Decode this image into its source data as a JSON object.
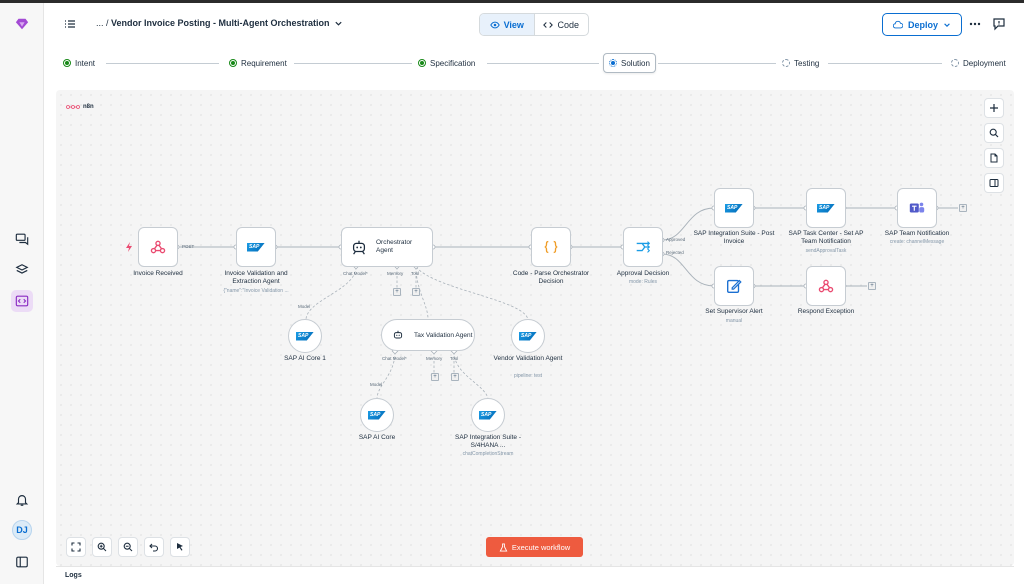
{
  "header": {
    "breadcrumb_prefix": "... /",
    "title": "Vendor Invoice Posting - Multi-Agent Orchestration",
    "view_label": "View",
    "code_label": "Code",
    "deploy_label": "Deploy"
  },
  "user": {
    "initials": "DJ"
  },
  "steps": [
    {
      "label": "Intent",
      "state": "done"
    },
    {
      "label": "Requirement",
      "state": "done"
    },
    {
      "label": "Specification",
      "state": "done"
    },
    {
      "label": "Solution",
      "state": "active"
    },
    {
      "label": "Testing",
      "state": "pending"
    },
    {
      "label": "Deployment",
      "state": "pending"
    }
  ],
  "canvas": {
    "logo_text": "n8n",
    "nodes": {
      "invoice_received": {
        "label": "Invoice Received",
        "icon": "webhook-icon"
      },
      "invoice_validation": {
        "label": "Invoice Validation and Extraction Agent",
        "sub": "{\"name\":\"Invoice Validation ...",
        "icon": "sap-logo"
      },
      "orchestrator": {
        "label": "Orchestrator Agent",
        "icon": "robot-icon"
      },
      "code_parse": {
        "label": "Code - Parse Orchestrator Decision",
        "icon": "braces-icon"
      },
      "approval": {
        "label": "Approval Decision",
        "sub": "mode: Rules",
        "icon": "switch-icon"
      },
      "sap_integration_post": {
        "label": "SAP Integration Suite - Post Invoice",
        "icon": "sap-logo"
      },
      "sap_task_center": {
        "label": "SAP Task Center - Set AP Team Notification",
        "sub": "sendApprovalTask",
        "icon": "sap-logo"
      },
      "sap_team_notification": {
        "label": "SAP Team Notification",
        "sub": "create: channelMessage",
        "icon": "teams-icon"
      },
      "supervisor_alert": {
        "label": "Set Supervisor Alert",
        "sub": "manual",
        "icon": "edit-icon"
      },
      "respond_exception": {
        "label": "Respond Exception",
        "icon": "webhook-icon"
      },
      "sap_ai_core_1": {
        "label": "SAP AI Core 1",
        "icon": "sap-logo"
      },
      "tax_validation": {
        "label": "Tax Validation Agent",
        "icon": "robot-icon"
      },
      "vendor_validation": {
        "label": "Vendor Validation Agent",
        "sub": "pipeline: test",
        "icon": "sap-logo"
      },
      "sap_ai_core": {
        "label": "SAP AI Core",
        "icon": "sap-logo"
      },
      "sap_integration_s4": {
        "label": "SAP Integration Suite - S/4HANA ...",
        "sub": "chatCompletionStream",
        "icon": "sap-logo"
      }
    },
    "port_labels": {
      "post": "POST",
      "approved": "Approved",
      "rejected": "Rejected",
      "chat_model": "Chat Model*",
      "memory": "Memory",
      "tool": "Tool",
      "model": "Model"
    },
    "execute_label": "Execute workflow"
  },
  "logs_label": "Logs"
}
